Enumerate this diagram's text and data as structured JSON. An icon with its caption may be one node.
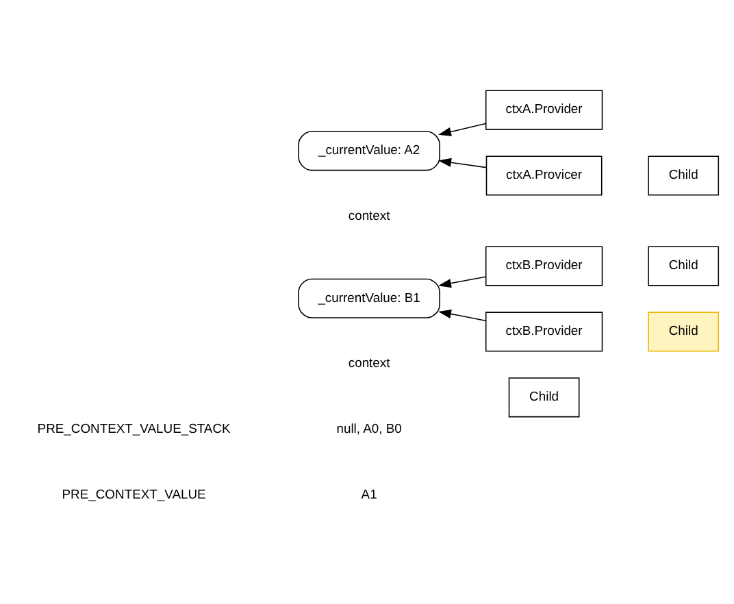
{
  "diagram": {
    "nodes": [
      {
        "text": [
          "ctxA.Provider"
        ]
      },
      {
        "text": [
          "_currentValue: A2"
        ],
        "beside": [
          "context"
        ]
      },
      {
        "text": [
          "ctxB.Provider"
        ]
      },
      {
        "text": [
          "Child"
        ]
      },
      {
        "text": [
          "ctxA.Provicer"
        ]
      },
      {
        "text": [
          "Child"
        ]
      },
      {
        "text": [
          "_currentValue: B1"
        ],
        "beside": [
          "context"
        ]
      },
      {
        "text": [
          "ctxB.Provider"
        ]
      },
      {
        "text": [
          "Child"
        ]
      },
      {
        "text": [
          "Child"
        ]
      }
    ],
    "edges": [
      {
        "from": 0,
        "to": 1,
        "arrow": "to"
      },
      {
        "from": 2,
        "to": 6,
        "arrow": "to"
      },
      {
        "from": 4,
        "to": 1,
        "arrow": "to"
      },
      {
        "from": 7,
        "to": 6,
        "arrow": "to"
      }
    ],
    "labels": [
      "PRE_CONTEXT_VALUE_STACK",
      "null, A0, B0",
      "PRE_CONTEXT_VALUE",
      "A1"
    ]
  }
}
